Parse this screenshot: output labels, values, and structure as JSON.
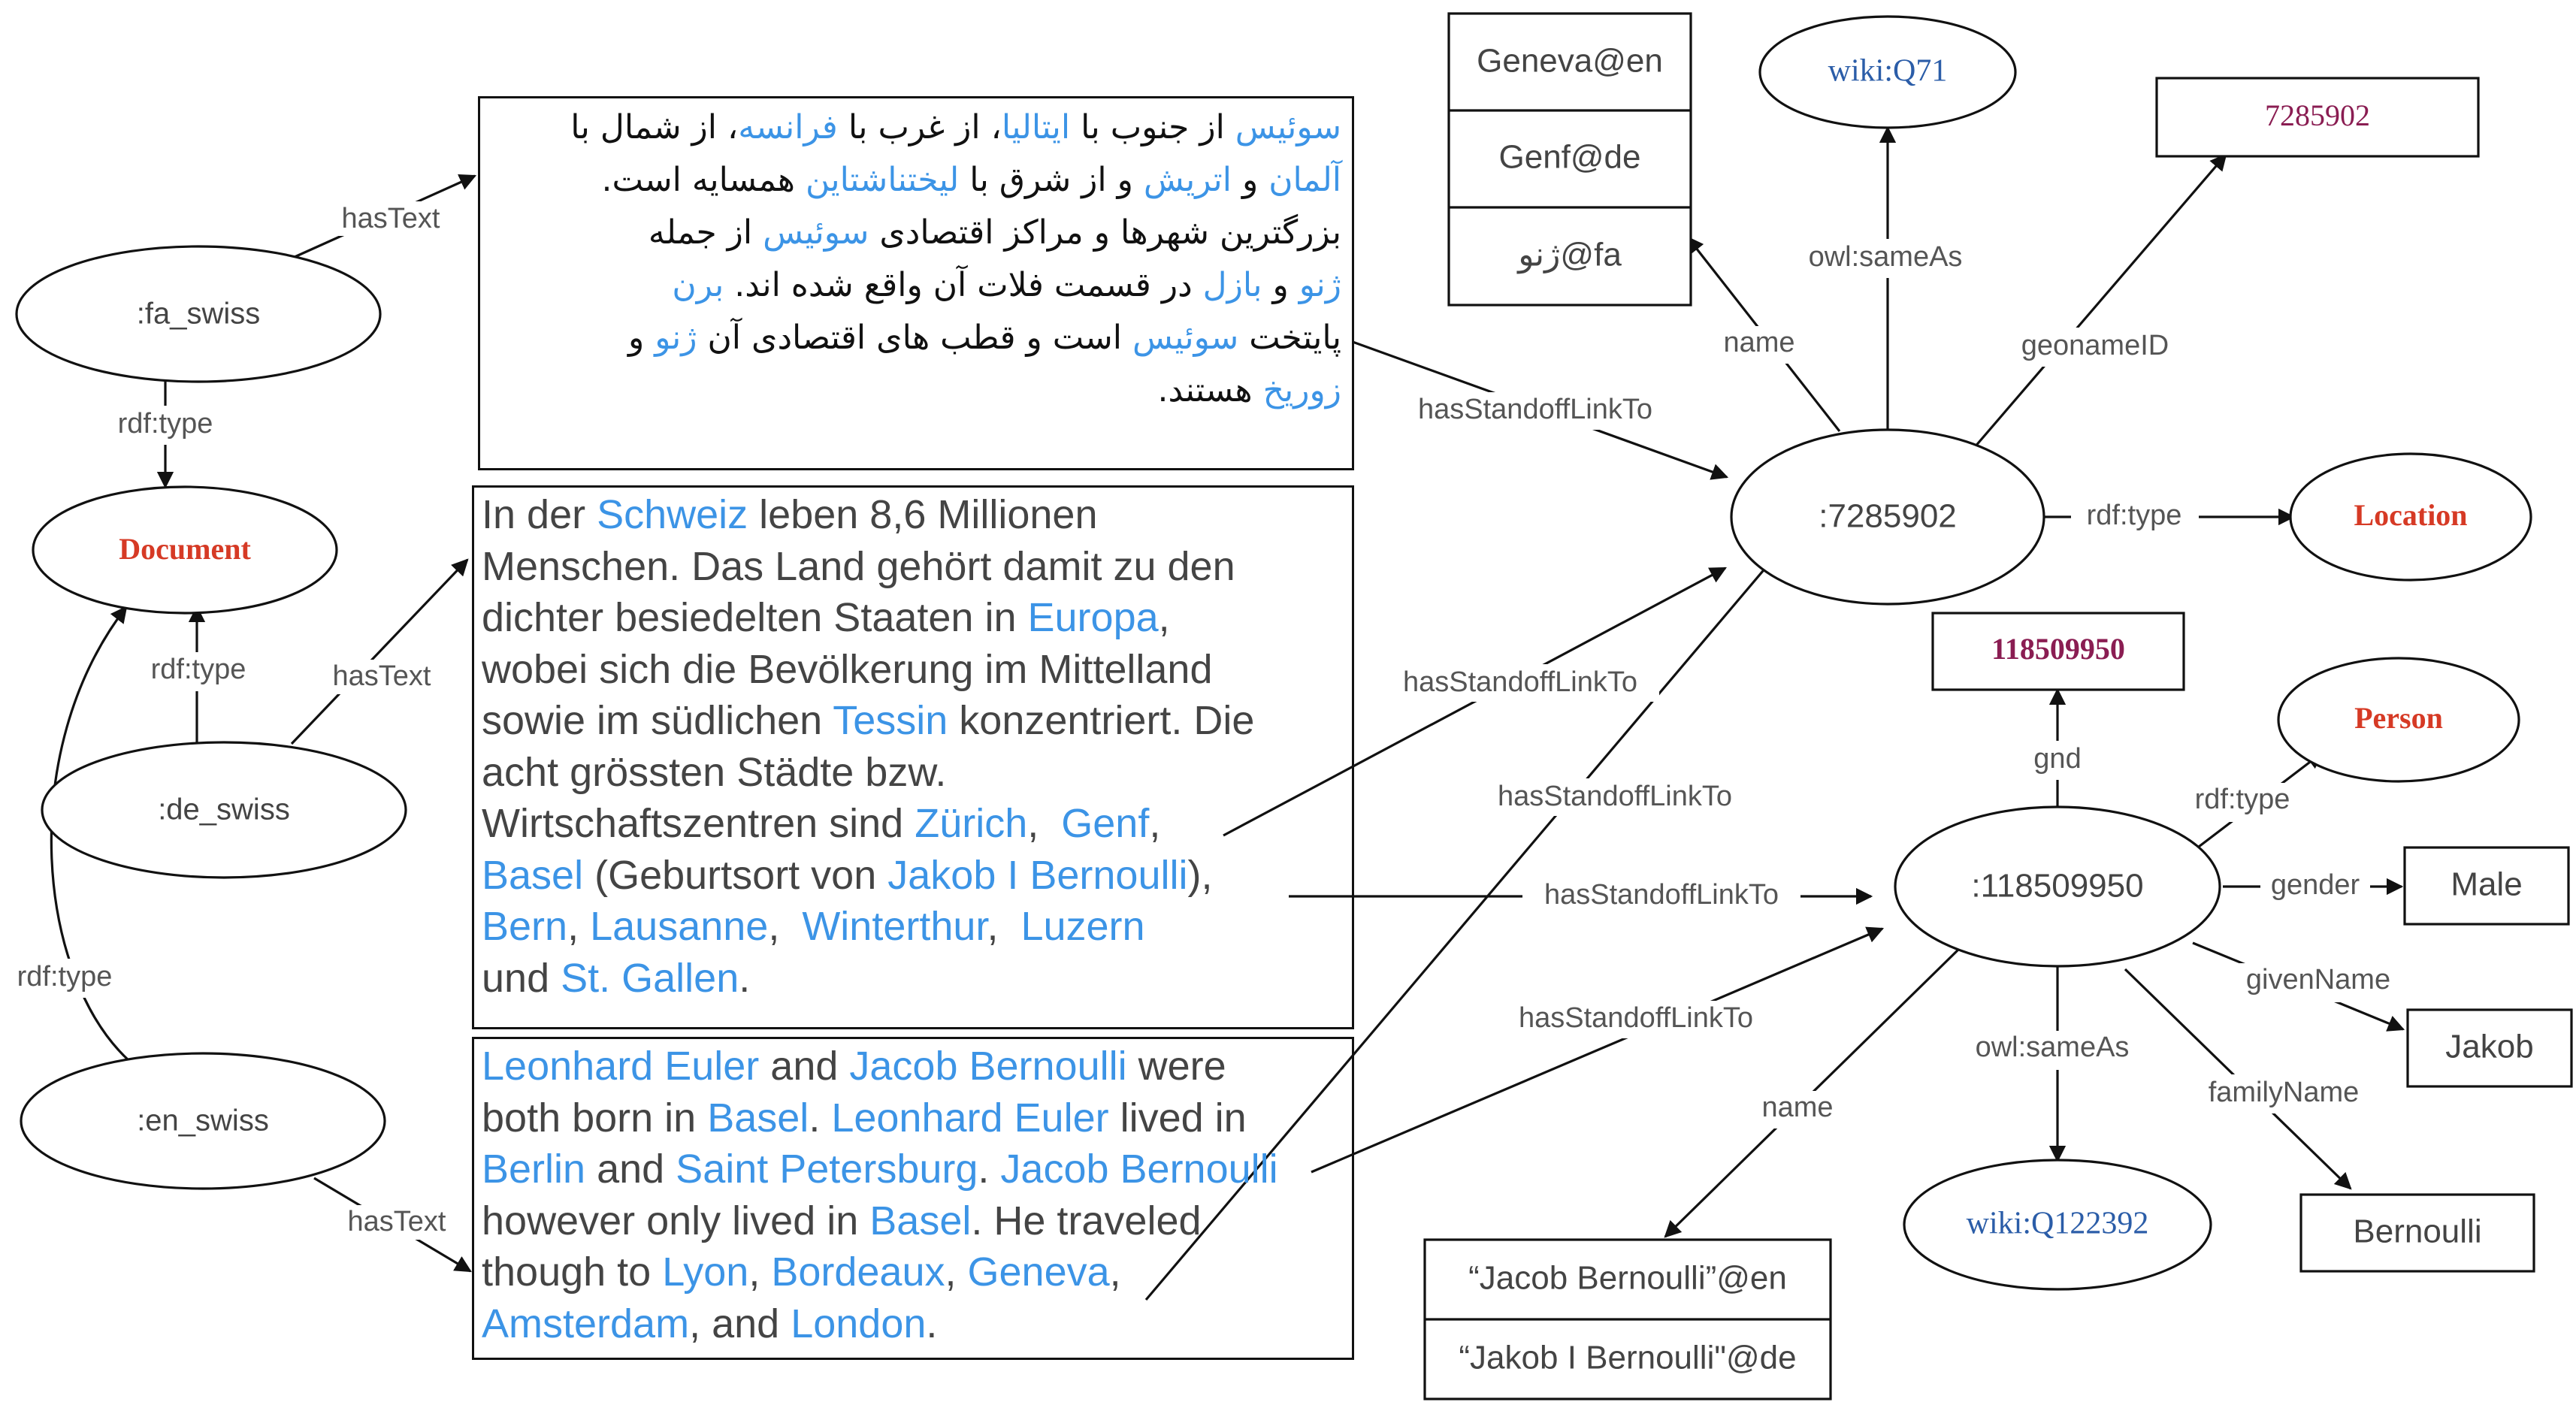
{
  "colors": {
    "text": "#444444",
    "link": "#3c94e6",
    "class": "#d63a25",
    "identifier": "#8a1d52",
    "wiki": "#2b5da8",
    "stroke": "#111111"
  },
  "nodes": {
    "fa_swiss": ":fa_swiss",
    "de_swiss": ":de_swiss",
    "en_swiss": ":en_swiss",
    "document": "Document",
    "location_res": ":7285902",
    "location_class": "Location",
    "person_res": ":118509950",
    "person_class": "Person",
    "wiki_q71": "wiki:Q71",
    "wiki_q122392": "wiki:Q122392",
    "geoname_value": "7285902",
    "gnd_value": "118509950",
    "gender_value": "Male",
    "given_value": "Jakob",
    "family_value": "Bernoulli"
  },
  "name_tables": {
    "geneva": [
      "Geneva@en",
      "Genf@de",
      "ژنو@fa"
    ],
    "bernoulli": [
      "“Jacob Bernoulli”@en",
      "“Jakob I Bernoulli\"@de"
    ]
  },
  "edges": {
    "hasText": "hasText",
    "rdf_type": "rdf:type",
    "hasStandoffLinkTo": "hasStandoffLinkTo",
    "name": "name",
    "owl_sameAs": "owl:sameAs",
    "geonameID": "geonameID",
    "gnd": "gnd",
    "gender": "gender",
    "givenName": "givenName",
    "familyName": "familyName"
  },
  "texts": {
    "fa": [
      [
        [
          "link",
          "سوئیس"
        ],
        [
          "plain",
          " از جنوب با "
        ],
        [
          "link",
          "ایتالیا"
        ],
        [
          "plain",
          "، از غرب با "
        ],
        [
          "link",
          "فرانسه"
        ],
        [
          "plain",
          "، از شمال با"
        ]
      ],
      [
        [
          "link",
          "آلمان"
        ],
        [
          "plain",
          " و "
        ],
        [
          "link",
          "اتریش"
        ],
        [
          "plain",
          " و از شرق با "
        ],
        [
          "link",
          "لیختناشتاین"
        ],
        [
          "plain",
          " همسایه است."
        ]
      ],
      [
        [
          "plain",
          "بزرگترین شهرها و مراکز اقتصادی "
        ],
        [
          "link",
          "سوئیس"
        ],
        [
          "plain",
          " از جمله"
        ]
      ],
      [
        [
          "link",
          "ژنو"
        ],
        [
          "plain",
          " و "
        ],
        [
          "link",
          "بازل"
        ],
        [
          "plain",
          " در قسمت فلات آن واقع شده اند. "
        ],
        [
          "link",
          "برن"
        ]
      ],
      [
        [
          "plain",
          "پایتخت "
        ],
        [
          "link",
          "سوئیس"
        ],
        [
          "plain",
          " است و قطب های اقتصادی آن "
        ],
        [
          "link",
          "ژنو"
        ],
        [
          "plain",
          " و"
        ]
      ],
      [
        [
          "link",
          "زوریخ"
        ],
        [
          "plain",
          " هستند."
        ]
      ]
    ],
    "de": [
      [
        [
          "plain",
          "In der "
        ],
        [
          "link",
          "Schweiz"
        ],
        [
          "plain",
          " leben 8,6 Millionen"
        ]
      ],
      [
        [
          "plain",
          "Menschen. Das Land gehört damit zu den"
        ]
      ],
      [
        [
          "plain",
          "dichter besiedelten Staaten in "
        ],
        [
          "link",
          "Europa"
        ],
        [
          "plain",
          ","
        ]
      ],
      [
        [
          "plain",
          "wobei sich die Bevölkerung im Mittelland"
        ]
      ],
      [
        [
          "plain",
          "sowie im südlichen "
        ],
        [
          "link",
          "Tessin"
        ],
        [
          "plain",
          " konzentriert. Die"
        ]
      ],
      [
        [
          "plain",
          "acht grössten Städte bzw."
        ]
      ],
      [
        [
          "plain",
          "Wirtschaftszentren sind "
        ],
        [
          "link",
          "Zürich"
        ],
        [
          "plain",
          ",  "
        ],
        [
          "link",
          "Genf"
        ],
        [
          "plain",
          ","
        ]
      ],
      [
        [
          "link",
          "Basel"
        ],
        [
          "plain",
          " (Geburtsort von "
        ],
        [
          "link",
          "Jakob I Bernoulli"
        ],
        [
          "plain",
          "),"
        ]
      ],
      [
        [
          "link",
          "Bern"
        ],
        [
          "plain",
          ", "
        ],
        [
          "link",
          "Lausanne"
        ],
        [
          "plain",
          ",  "
        ],
        [
          "link",
          "Winterthur"
        ],
        [
          "plain",
          ",  "
        ],
        [
          "link",
          "Luzern"
        ]
      ],
      [
        [
          "plain",
          "und "
        ],
        [
          "link",
          "St. Gallen"
        ],
        [
          "plain",
          "."
        ]
      ]
    ],
    "en": [
      [
        [
          "link",
          "Leonhard Euler"
        ],
        [
          "plain",
          " and "
        ],
        [
          "link",
          "Jacob Bernoulli"
        ],
        [
          "plain",
          " were"
        ]
      ],
      [
        [
          "plain",
          "both born in "
        ],
        [
          "link",
          "Basel"
        ],
        [
          "plain",
          ". "
        ],
        [
          "link",
          "Leonhard Euler"
        ],
        [
          "plain",
          " lived in"
        ]
      ],
      [
        [
          "link",
          "Berlin"
        ],
        [
          "plain",
          " and "
        ],
        [
          "link",
          "Saint Petersburg"
        ],
        [
          "plain",
          ". "
        ],
        [
          "link",
          "Jacob Bernoulli"
        ]
      ],
      [
        [
          "plain",
          "however only lived in "
        ],
        [
          "link",
          "Basel"
        ],
        [
          "plain",
          ". He traveled"
        ]
      ],
      [
        [
          "plain",
          "though to "
        ],
        [
          "link",
          "Lyon"
        ],
        [
          "plain",
          ", "
        ],
        [
          "link",
          "Bordeaux"
        ],
        [
          "plain",
          ", "
        ],
        [
          "link",
          "Geneva"
        ],
        [
          "plain",
          ","
        ]
      ],
      [
        [
          "link",
          "Amsterdam"
        ],
        [
          "plain",
          ", and "
        ],
        [
          "link",
          "London"
        ],
        [
          "plain",
          "."
        ]
      ]
    ]
  }
}
